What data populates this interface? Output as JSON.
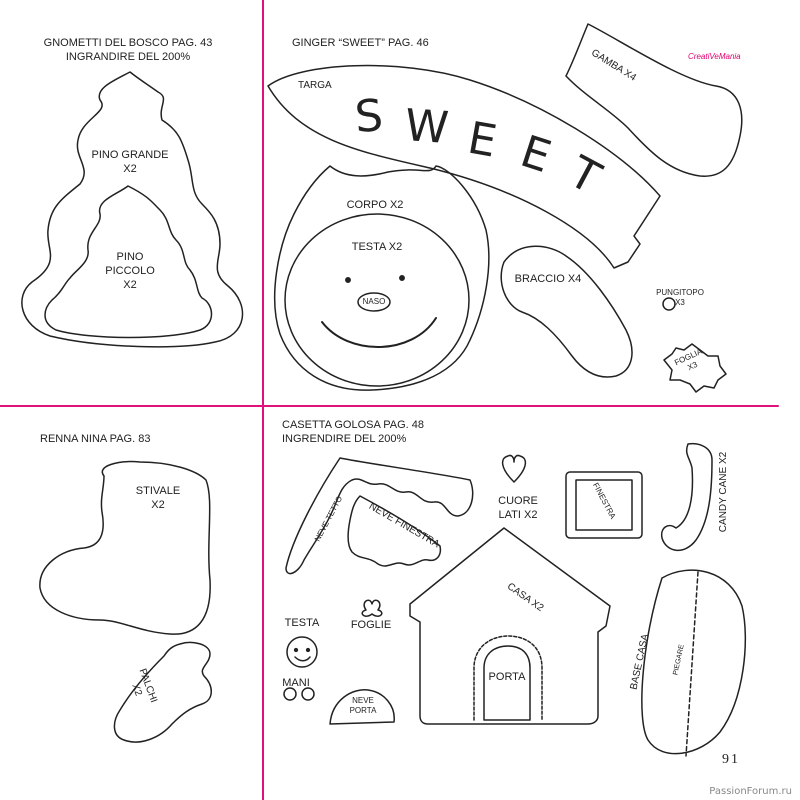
{
  "colors": {
    "divider": "#e0117a",
    "outline": "#222222"
  },
  "sections": {
    "gnometti": {
      "title": "GNOMETTI DEL BOSCO PAG. 43\nINGRANDIRE DEL 200%",
      "labels": {
        "pino_grande": "PINO GRANDE\nX2",
        "pino_piccolo": "PINO\nPICCOLO\nX2"
      }
    },
    "ginger": {
      "title": "GINGER “SWEET” PAG. 46",
      "labels": {
        "targa": "TARGA",
        "sweet": "SWEET",
        "gamba": "GAMBA X4",
        "corpo": "CORPO X2",
        "testa": "TESTA X2",
        "naso": "NASO",
        "braccio": "BRACCIO X4",
        "pungitopo": "PUNGITOPO\nX3",
        "foglia": "FOGLIA\nX3"
      }
    },
    "renna": {
      "title": "RENNA NINA PAG. 83",
      "labels": {
        "stivale": "STIVALE\nX2",
        "palchi": "PALCHI\nX2"
      }
    },
    "casetta": {
      "title": "CASETTA GOLOSA PAG. 48\nINGRENDIRE DEL 200%",
      "labels": {
        "neve_tetto": "NEVE TETTO",
        "neve_finestra": "NEVE FINESTRA",
        "cuore": "CUORE\nLATI X2",
        "finestra": "FINESTRA",
        "candy_cane": "CANDY CANE X2",
        "casa": "CASA X2",
        "porta": "PORTA",
        "testa": "TESTA",
        "foglie": "FOGLIE",
        "mani": "MANI",
        "neve_porta": "NEVE\nPORTA",
        "base_casa": "BASE CASA",
        "piegare": "PIEGARE"
      }
    }
  },
  "brand": "CreatiVeMania",
  "page_number": "91",
  "watermark": "PassionForum.ru"
}
